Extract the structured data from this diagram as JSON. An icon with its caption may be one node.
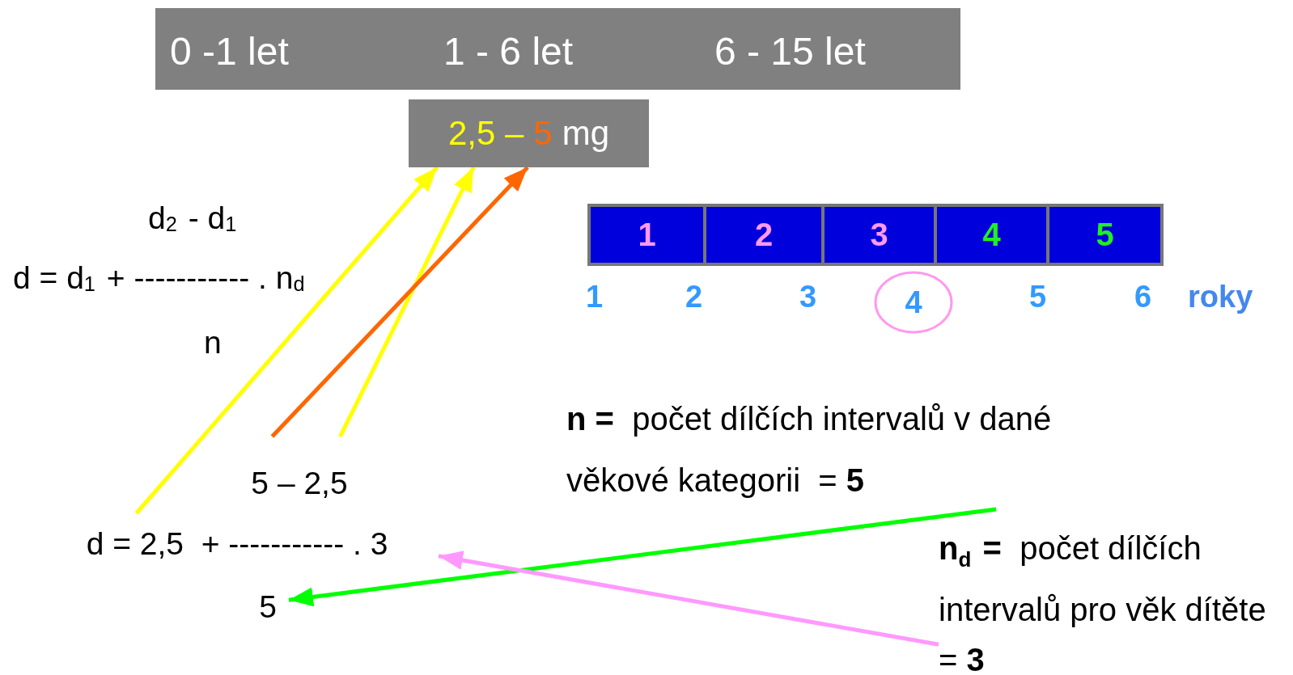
{
  "diagram": {
    "nodes": [
      {
        "text": [
          "0 -1 let",
          "1 - 6 let",
          "6 - 15 let"
        ]
      },
      {
        "text": [
          "2,5 –",
          "5",
          "mg"
        ]
      },
      {
        "text": [
          "5 – 2,5"
        ]
      },
      {
        "text": [
          "d = 2,5  + ----------- . 3"
        ]
      },
      {
        "text": [
          "5"
        ]
      },
      {
        "text": [
          "**n =**  počet dílčích intervalů v dané věkové kategorii  = **5**"
        ]
      },
      {
        "text": [
          "**n**$_{d}$ **=**  počet dílčích intervalů pro věk dítěte  = **3**"
        ]
      },
      {
        "text": [
          "1"
        ]
      },
      {
        "text": [
          "2"
        ]
      },
      {
        "text": [
          "3"
        ]
      },
      {
        "text": [
          "4"
        ]
      },
      {
        "text": [
          "5"
        ]
      },
      {
        "text": [
          "4"
        ]
      }
    ],
    "edges": [
      {
        "from": 3,
        "to": 1,
        "arrow": "to",
        "color": "#ffff00"
      },
      {
        "from": 2,
        "to": 1,
        "arrow": "to",
        "color": "#ffff00"
      },
      {
        "from": 2,
        "to": 1,
        "arrow": "to",
        "color": "#ff6600"
      },
      {
        "from": 5,
        "to": 4,
        "arrow": "to",
        "color": "#00ff00"
      },
      {
        "from": 6,
        "to": 3,
        "arrow": "to",
        "color": "#ff99ff"
      }
    ],
    "labels": [
      "d$_{2}$ - d$_{1}$",
      "d = d$_{1}$ + ----------- . n$_{d}$",
      "1",
      "2",
      "3",
      "5",
      "6",
      "roky",
      "n"
    ]
  }
}
